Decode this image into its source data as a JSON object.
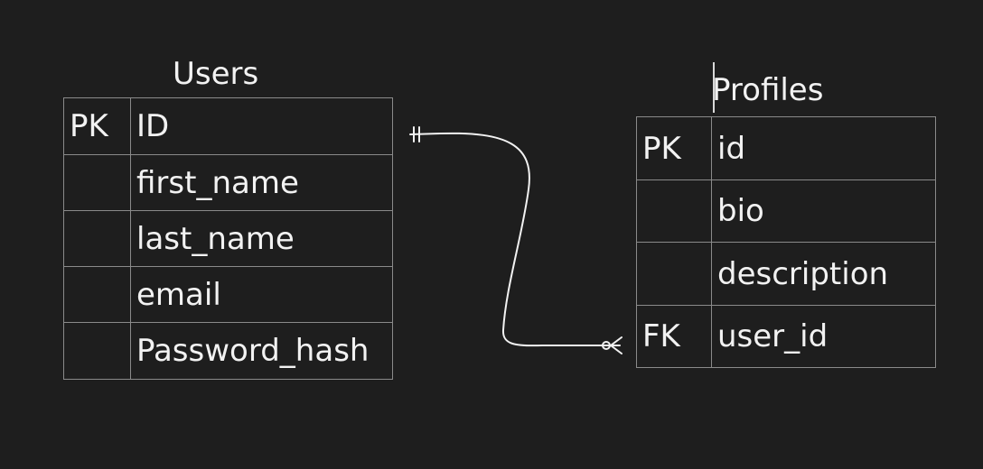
{
  "entities": [
    {
      "name": "Users",
      "rows": [
        {
          "key": "PK",
          "field": "ID"
        },
        {
          "key": "",
          "field": "first_name"
        },
        {
          "key": "",
          "field": "last_name"
        },
        {
          "key": "",
          "field": "email"
        },
        {
          "key": "",
          "field": "Password_hash"
        }
      ]
    },
    {
      "name": "Profiles",
      "rows": [
        {
          "key": "PK",
          "field": "id"
        },
        {
          "key": "",
          "field": "bio"
        },
        {
          "key": "",
          "field": "description"
        },
        {
          "key": "FK",
          "field": "user_id"
        }
      ]
    }
  ],
  "relationship": {
    "from": "Users.ID",
    "to": "Profiles.user_id",
    "from_cardinality": "exactly-one",
    "to_cardinality": "zero-or-many"
  },
  "colors": {
    "background": "#1e1e1e",
    "text": "#f2f2f2",
    "border": "#8a8a8a",
    "connector": "#f2f2f2"
  }
}
